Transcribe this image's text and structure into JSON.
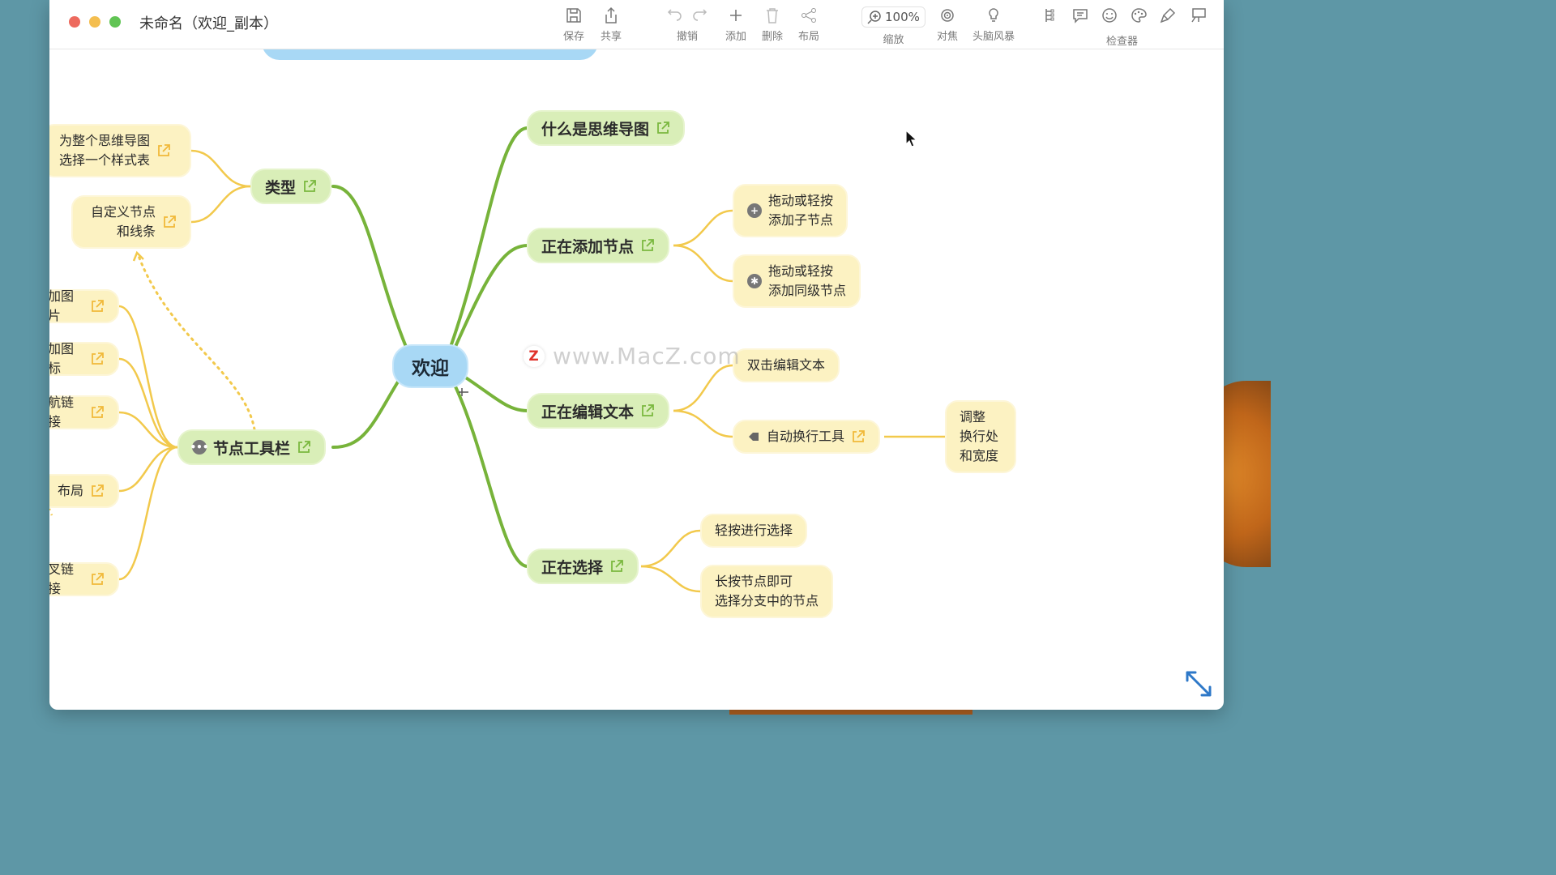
{
  "window": {
    "title": "未命名（欢迎_副本）"
  },
  "toolbar": {
    "save": "保存",
    "share": "共享",
    "undo": "撤销",
    "add": "添加",
    "delete": "删除",
    "layout": "布局",
    "zoom_value": "100%",
    "zoom": "缩放",
    "focus": "对焦",
    "brainstorm": "头脑风暴",
    "inspector": "检查器"
  },
  "mindmap": {
    "center": "欢迎",
    "right": {
      "what_is": "什么是思维导图",
      "adding": "正在添加节点",
      "add_child": [
        "拖动或轻按",
        "添加子节点"
      ],
      "add_sibling": [
        "拖动或轻按",
        "添加同级节点"
      ],
      "editing": "正在编辑文本",
      "double_click": "双击编辑文本",
      "wrap_tool": "自动换行工具",
      "adjust": [
        "调整",
        "换行处",
        "和宽度"
      ],
      "selecting": "正在选择",
      "tap_select": "轻按进行选择",
      "long_press": [
        "长按节点即可",
        "选择分支中的节点"
      ]
    },
    "left": {
      "type": "类型",
      "stylesheet": [
        "为整个思维导图",
        "选择一个样式表"
      ],
      "custom": [
        "自定义节点",
        "和线条"
      ],
      "toolbar_node": "节点工具栏",
      "image": "加图片",
      "icon": "加图标",
      "nav_link": "航链接",
      "layout": "布局",
      "cross_link": "叉链接"
    }
  },
  "watermark": {
    "letter": "Z",
    "text": "www.MacZ.com"
  },
  "colors": {
    "green_line": "#77b33a",
    "yellow_line": "#f2c94c",
    "center_fill": "#a8d8f5"
  }
}
